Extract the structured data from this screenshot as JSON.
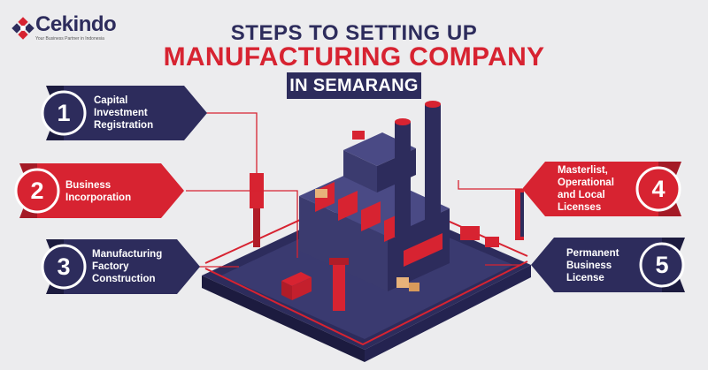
{
  "brand": {
    "name": "Cekindo",
    "tagline": "Your Business Partner in Indonesia",
    "colors": {
      "navy": "#2d2c5c",
      "red": "#d72331"
    }
  },
  "title": {
    "line1": "STEPS TO SETTING UP",
    "line2": "MANUFACTURING  COMPANY",
    "line3": "IN SEMARANG"
  },
  "steps": [
    {
      "number": "1",
      "label": "Capital Investment Registration",
      "lines": [
        "Capital",
        "Investment",
        "Registration"
      ],
      "color": "#2d2c5c"
    },
    {
      "number": "2",
      "label": "Business Incorporation",
      "lines": [
        "Business",
        "Incorporation"
      ],
      "color": "#d72331"
    },
    {
      "number": "3",
      "label": "Manufacturing Factory Construction",
      "lines": [
        "Manufacturing",
        "Factory",
        "Construction"
      ],
      "color": "#2d2c5c"
    },
    {
      "number": "4",
      "label": "Masterlist, Operational and Local Licenses",
      "lines": [
        "Masterlist,",
        "Operational",
        "and Local",
        "Licenses"
      ],
      "color": "#d72331"
    },
    {
      "number": "5",
      "label": "Permanent Business License",
      "lines": [
        "Permanent",
        "Business",
        "License"
      ],
      "color": "#2d2c5c"
    }
  ],
  "illustration": {
    "subject": "isometric-factory-icon"
  }
}
